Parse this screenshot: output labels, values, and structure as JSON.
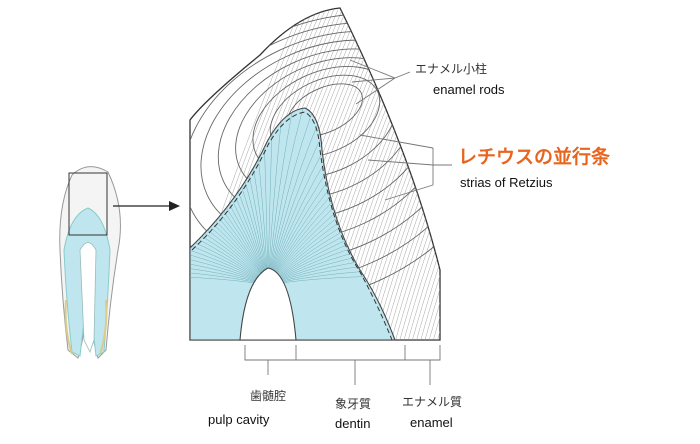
{
  "labels": {
    "enamel_rods_jp": "エナメル小柱",
    "enamel_rods_en": "enamel rods",
    "retzius_jp": "レチウスの並行条",
    "retzius_en": "strias of Retzius",
    "pulp_jp": "歯髄腔",
    "pulp_en": "pulp cavity",
    "dentin_jp": "象牙質",
    "dentin_en": "dentin",
    "enamel_jp": "エナメル質",
    "enamel_en": "enamel"
  },
  "colors": {
    "highlight": "#e8651f",
    "dentin_fill": "#bfe6ee",
    "enamel_fill": "#ffffff",
    "line": "#555555"
  }
}
